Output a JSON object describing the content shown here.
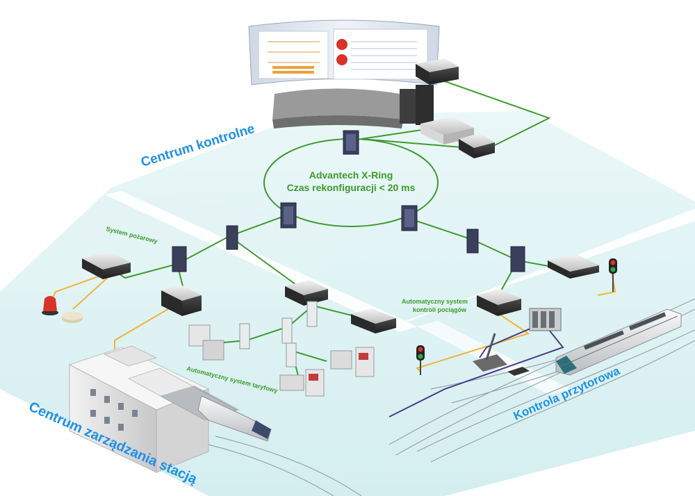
{
  "ring": {
    "title_line1": "Advantech X-Ring",
    "title_line2": "Czas rekonfiguracji < 20 ms"
  },
  "zones": {
    "control_center": "Centrum kontrolne",
    "station_management": "Centrum zarządzania stacją",
    "trackside_control": "Kontrola przytorowa"
  },
  "subsystems": {
    "fire_system": "System pożarowy",
    "fare_system": "Automatyczny system taryfowy",
    "train_control_line1": "Automatyczny system",
    "train_control_line2": "kontroli pociągów"
  },
  "colors": {
    "zone_label": "#1e90e8",
    "subsystem_label": "#3c9a2c",
    "ethernet_link": "#3c9a2c",
    "serial_link": "#f0b437",
    "io_link": "#4b3a8c",
    "floor": "#dff2f3"
  },
  "icons": {
    "switch": "industrial-ethernet-switch-icon",
    "server": "rack-server-icon",
    "alarm": "alarm-beacon-icon",
    "signal": "railway-signal-icon",
    "train": "train-icon"
  }
}
